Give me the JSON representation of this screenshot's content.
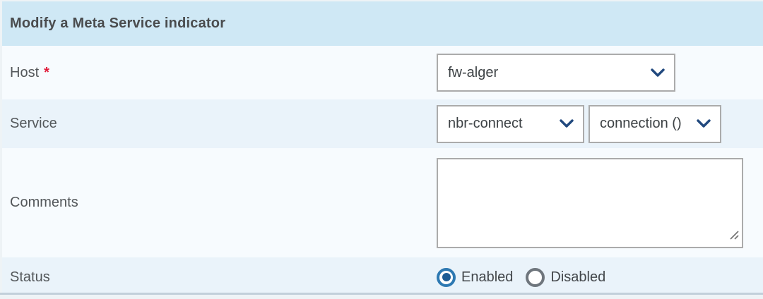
{
  "colors": {
    "header_bg": "#cfe8f5",
    "row_tint": "#eaf3fa",
    "row_light": "#f7fbfe",
    "radio_selected_ring": "#2e79b2",
    "radio_selected_dot": "#1d5c95",
    "radio_unselected_ring": "#6f767d",
    "required_red": "#e11d3c",
    "chevron_navy": "#21497e",
    "field_border_gray": "#ababab"
  },
  "form": {
    "title": "Modify a Meta Service indicator",
    "host": {
      "label": "Host",
      "required_marker": "*",
      "select_value": "fw-alger"
    },
    "service": {
      "label": "Service",
      "service_select_value": "nbr-connect",
      "metric_select_value": "connection ()"
    },
    "comments": {
      "label": "Comments",
      "value": ""
    },
    "status": {
      "label": "Status",
      "options": [
        {
          "label": "Enabled",
          "selected": true
        },
        {
          "label": "Disabled",
          "selected": false
        }
      ],
      "selected_value": "Enabled"
    }
  }
}
